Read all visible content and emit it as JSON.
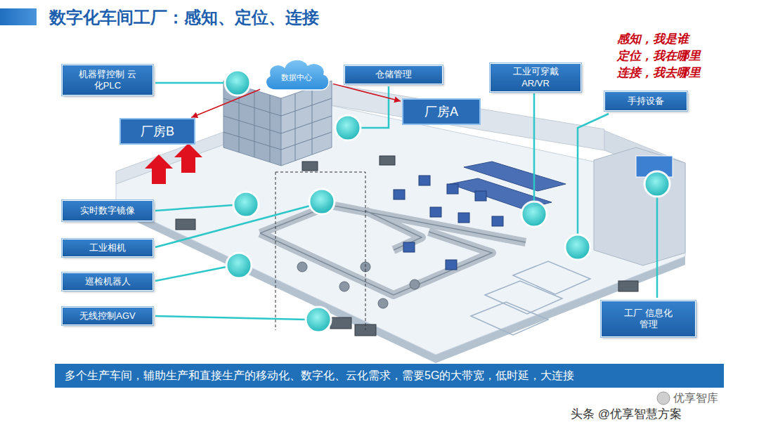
{
  "diagram": {
    "title": "数字化车间工厂：感知、定位、连接",
    "caption": "多个生产车间，辅助生产和直接生产的移动化、数字化、云化需求，需要5G的大带宽，低时延，大连接",
    "nodes": [
      {
        "text": [
          "机器臂控制 云化PLC"
        ]
      },
      {
        "text": [
          "数据中心"
        ]
      },
      {
        "text": [
          "仓储管理"
        ]
      },
      {
        "text": [
          "工业可穿戴 AR/VR"
        ]
      },
      {
        "text": [
          "手持设备"
        ]
      },
      {
        "text": [
          "厂房B"
        ]
      },
      {
        "text": [
          "厂房A"
        ]
      },
      {
        "text": [
          "实时数字镜像"
        ]
      },
      {
        "text": [
          "工业相机"
        ]
      },
      {
        "text": [
          "巡检机器人"
        ]
      },
      {
        "text": [
          "无线控制AGV"
        ]
      },
      {
        "text": [
          "工厂 信息化管理"
        ]
      }
    ],
    "edges": [
      {
        "from": 1,
        "to": 5,
        "arrow": "to"
      },
      {
        "from": 1,
        "to": 6,
        "arrow": "to"
      }
    ],
    "labels": [
      "感知，我是谁",
      "定位，我在哪里",
      "连接，我去哪里",
      "优享智库",
      "头条 @优享智慧方案"
    ]
  }
}
